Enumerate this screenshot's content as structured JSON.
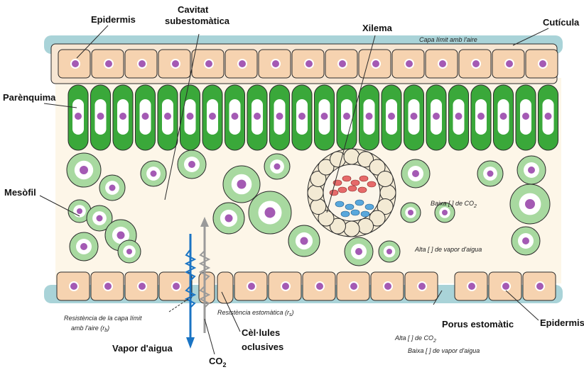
{
  "labels": {
    "epidermis_top": "Epidermis",
    "cavitat_line1": "Cavitat",
    "cavitat_line2": "subestomàtica",
    "xilema": "Xilema",
    "cuticula": "Cutícula",
    "capa_limit": "Capa límit amb l'aire",
    "parenquima": "Parènquima",
    "mesofil": "Mesòfil",
    "baixa_co2_pre": "Baixa [ ] de CO",
    "alta_vapor": "Alta [ ] de vapor d'aigua",
    "resistencia_capa_line1": "Resistència de la capa límit",
    "resistencia_capa_line2": "amb l'aire (r",
    "resistencia_capa_sub": "b",
    "resistencia_capa_end": ")",
    "resistencia_estomatica_pre": "Resistència estomàtica (r",
    "resistencia_estomatica_sub": "s",
    "resistencia_estomatica_end": ")",
    "porus": "Porus estomàtic",
    "epidermis_bottom": "Epidermis",
    "alta_co2_pre": "Alta [ ] de CO",
    "baixa_vapor": "Baixa [ ] de vapor d'aigua",
    "cellules_line1": "Cèl·lules",
    "cellules_line2": "oclusives",
    "vapor": "Vapor d'aigua",
    "co2_pre": "CO",
    "subscript_2": "2"
  },
  "colors": {
    "epidermis_fill": "#f6d3b0",
    "cell_outline": "#2b2b2b",
    "nucleus": "#a45ab4",
    "palisade_fill": "#3aa83a",
    "spongy_fill": "#a8d9a0",
    "boundary_layer": "#a9d3d8",
    "intercellular": "#fdf6e8",
    "xylem_red": "#e66a6a",
    "xylem_blue": "#5aa8dc",
    "vapor_arrow": "#1a74c4",
    "co2_arrow": "#9a9a9a"
  }
}
